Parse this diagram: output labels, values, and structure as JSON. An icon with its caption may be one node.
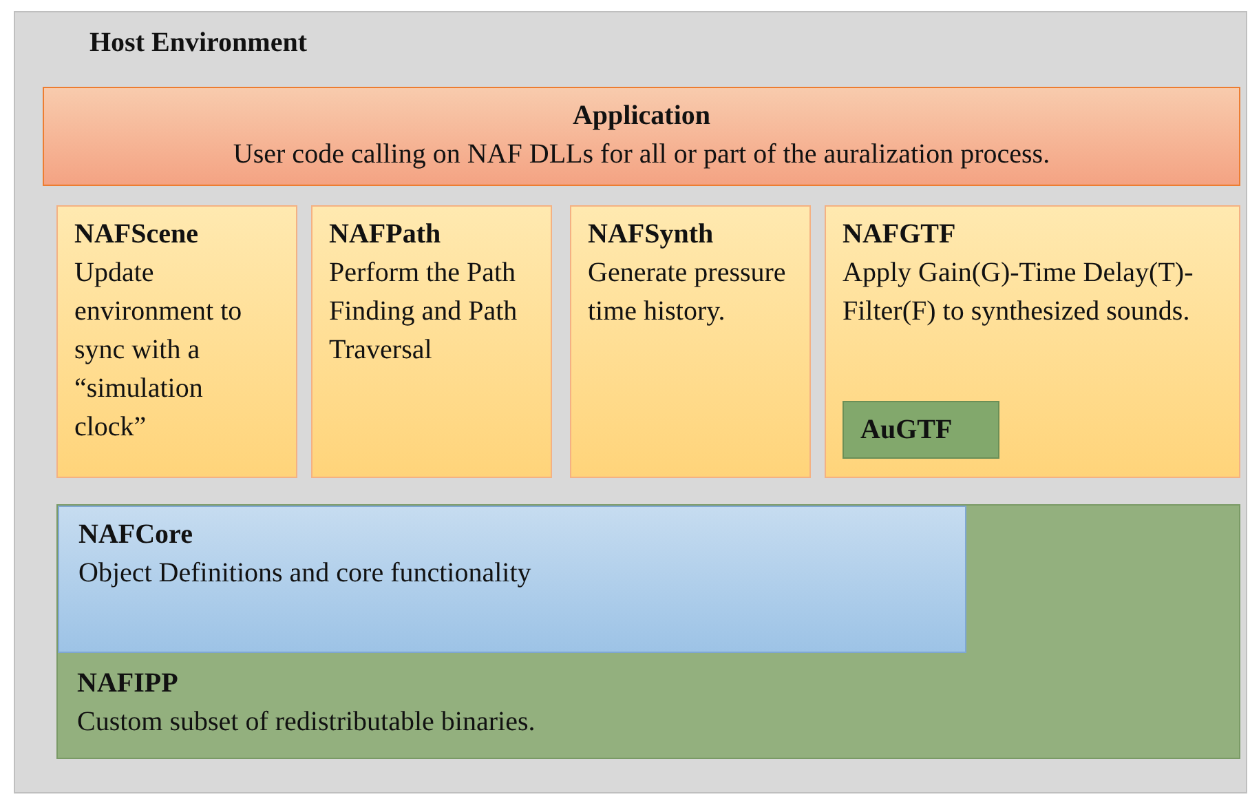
{
  "diagram": {
    "nodes": [
      {
        "text": [
          "Host Environment"
        ]
      },
      {
        "text": [
          "Application",
          "User code calling on NAF DLLs for all or part of the auralization process."
        ],
        "in": 0
      },
      {
        "text": [
          "NAFScene",
          "Update environment to sync with a “simulation clock”"
        ],
        "in": 0
      },
      {
        "text": [
          "NAFPath",
          "Perform the Path Finding and Path Traversal"
        ],
        "in": 0
      },
      {
        "text": [
          "NAFSynth",
          "Generate pressure time history."
        ],
        "in": 0
      },
      {
        "text": [
          "NAFGTF",
          "Apply Gain(G)-Time Delay(T)-Filter(F) to synthesized sounds."
        ],
        "in": 0
      },
      {
        "text": [
          "AuGTF"
        ],
        "in": 5
      },
      {
        "text": [
          "NAFIPP",
          "Custom subset of redistributable binaries."
        ],
        "in": 0
      },
      {
        "text": [
          "NAFCore",
          "Object Definitions and core functionality"
        ],
        "in": 7
      }
    ],
    "edges": []
  }
}
